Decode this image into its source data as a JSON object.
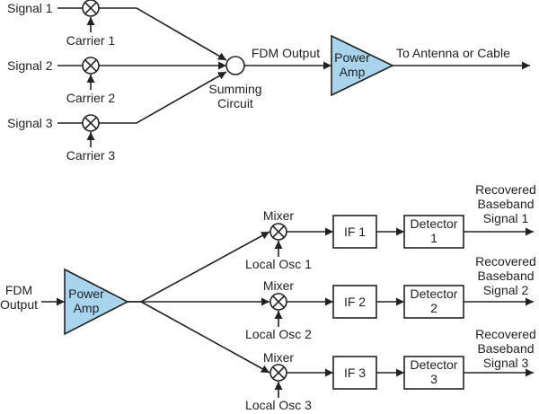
{
  "colors": {
    "amp_fill": "#a8d4ee",
    "line": "#222222"
  },
  "top": {
    "signals": [
      "Signal 1",
      "Signal 2",
      "Signal 3"
    ],
    "carriers": [
      "Carrier 1",
      "Carrier 2",
      "Carrier 3"
    ],
    "summing_label_line1": "Summing",
    "summing_label_line2": "Circuit",
    "fdm_output": "FDM Output",
    "amp_line1": "Power",
    "amp_line2": "Amp",
    "destination": "To Antenna or Cable"
  },
  "bottom": {
    "input_line1": "FDM",
    "input_line2": "Output",
    "amp_line1": "Power",
    "amp_line2": "Amp",
    "mixer_label": "Mixer",
    "channels": [
      {
        "osc": "Local Osc 1",
        "if": "IF 1",
        "det_line1": "Detector",
        "det_line2": "1",
        "out1": "Recovered",
        "out2": "Baseband",
        "out3": "Signal 1"
      },
      {
        "osc": "Local Osc 2",
        "if": "IF 2",
        "det_line1": "Detector",
        "det_line2": "2",
        "out1": "Recovered",
        "out2": "Baseband",
        "out3": "Signal 2"
      },
      {
        "osc": "Local Osc 3",
        "if": "IF 3",
        "det_line1": "Detector",
        "det_line2": "3",
        "out1": "Recovered",
        "out2": "Baseband",
        "out3": "Signal 3"
      }
    ]
  }
}
